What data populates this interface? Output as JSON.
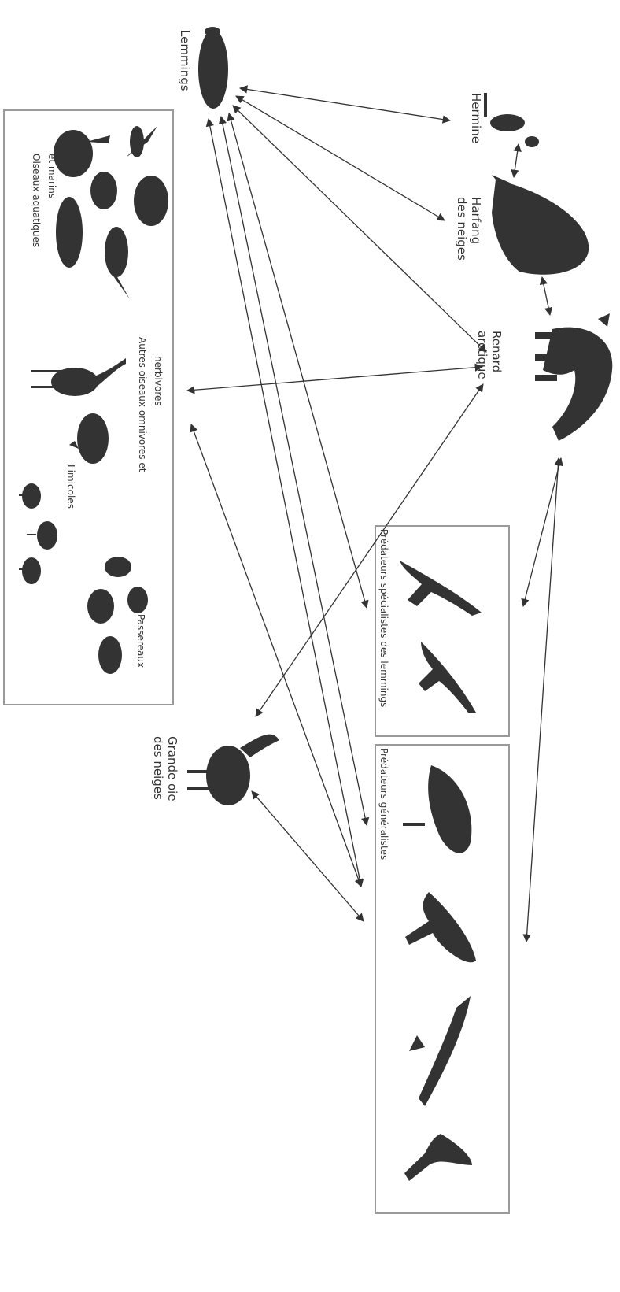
{
  "diagram": {
    "nodes": {
      "lemmings": "Lemmings",
      "hermine": "Hermine",
      "harfang": [
        "Harfang",
        "des neiges"
      ],
      "renard": [
        "Renard",
        "arctique"
      ],
      "oie": [
        "Grande oie",
        "des neiges"
      ]
    },
    "groups": {
      "specialistes": "Prédateurs spécialistes des lemmings",
      "generalistes": "Prédateurs généralistes",
      "oiseaux_box": {
        "aquatiques": [
          "Oiseaux aquatiques",
          "et marins"
        ],
        "omnivores": [
          "Autres oiseaux omnivores et",
          "herbivores"
        ],
        "limicoles": "Limicoles",
        "passereaux": "Passereaux"
      }
    },
    "colors": {
      "ink": "#333333",
      "box_stroke": "#9a9a9a",
      "background": "#ffffff"
    }
  }
}
